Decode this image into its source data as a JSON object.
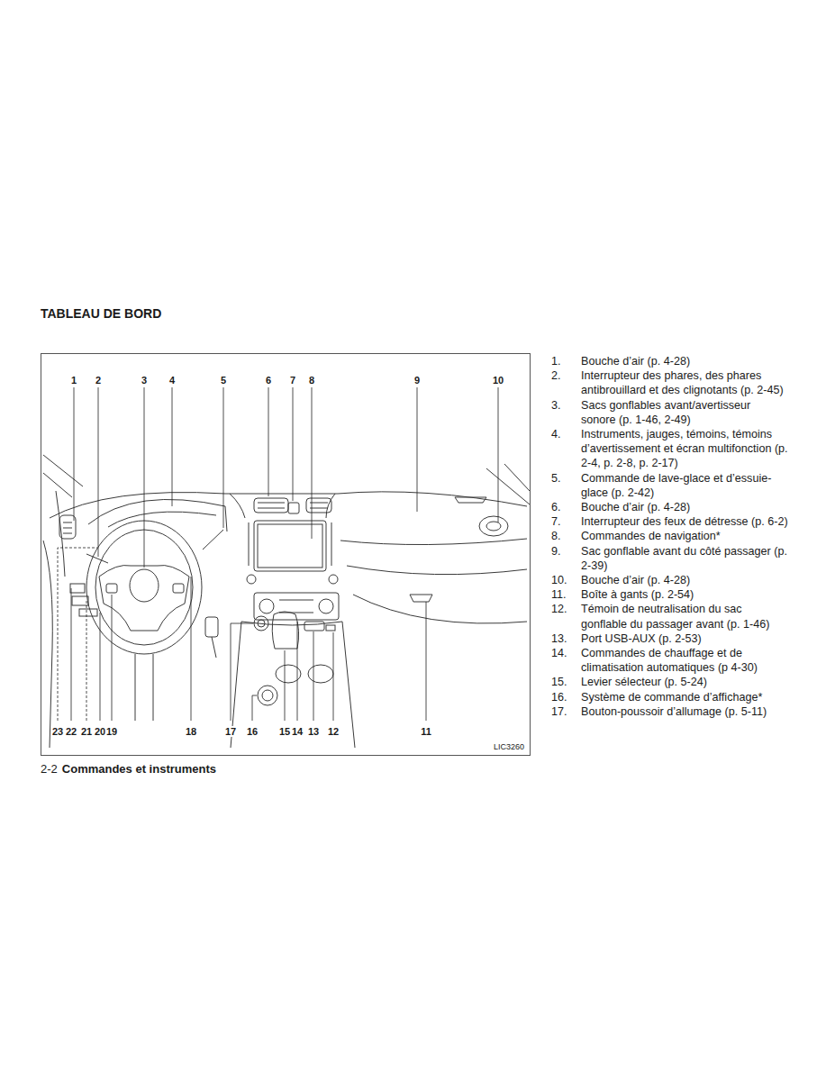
{
  "diagram": {
    "title": "TABLEAU DE BORD",
    "labels": [
      "1",
      "2",
      "3",
      "4",
      "5",
      "6",
      "7",
      "8",
      "9",
      "10",
      "23",
      "22",
      "21",
      "20",
      "19",
      "18",
      "17",
      "16",
      "15",
      "14",
      "13",
      "12",
      "11",
      "LIC3260",
      "1.",
      "Bouche d’air (p. 4-28)",
      "2.",
      "Interrupteur des phares, des phares antibrouillard et des clignotants (p. 2-45)",
      "3.",
      "Sacs gonflables avant/avertisseur sonore (p. 1-46, 2-49)",
      "4.",
      "Instruments, jauges, témoins, témoins d’avertissement et écran multifonction (p. 2-4, p. 2-8, p. 2-17)",
      "5.",
      "Commande de lave-glace et d’essuie-glace (p. 2-42)",
      "6.",
      "Bouche d’air (p. 4-28)",
      "7.",
      "Interrupteur des feux de détresse (p. 6-2)",
      "8.",
      "Commandes de navigation*",
      "9.",
      "Sac gonflable avant du côté passager (p. 2-39)",
      "10.",
      "Bouche d’air (p. 4-28)",
      "11.",
      "Boîte à gants (p. 2-54)",
      "12.",
      "Témoin de neutralisation du sac gonflable du passager avant (p. 1-46)",
      "13.",
      "Port USB-AUX (p. 2-53)",
      "14.",
      "Commandes de chauffage et de climatisation automatiques (p 4-30)",
      "15.",
      "Levier sélecteur (p. 5-24)",
      "16.",
      "Système de commande d’affichage*",
      "17.",
      "Bouton-poussoir d’allumage (p. 5-11)",
      "2-2",
      "Commandes et instruments"
    ]
  }
}
